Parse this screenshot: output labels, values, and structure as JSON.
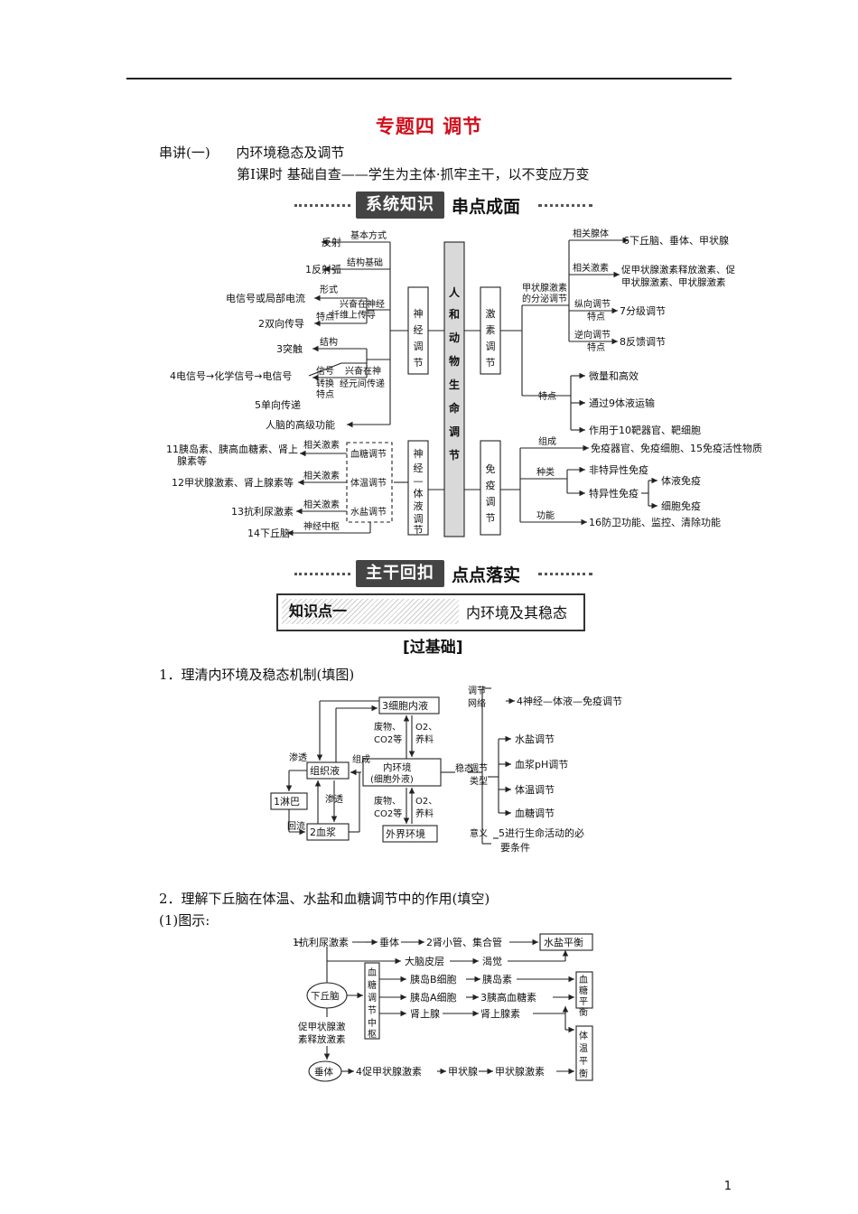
{
  "doc": {
    "title": "专题四  调节",
    "series": "串讲(一)      内环境稳态及调节",
    "lesson": "第Ⅰ课时   基础自查——学生为主体·抓牢主干，以不变应万变",
    "banner1": {
      "box": "系统知识",
      "text": "串点成面"
    },
    "banner2": {
      "box": "主干回扣",
      "text": "点点落实"
    },
    "knowledge_point": {
      "label": "知识点一",
      "value": "内环境及其稳态"
    },
    "guo_jichu": "[过基础]",
    "q1": "1．理清内环境及稳态机制(填图)",
    "q2": "2．理解下丘脑在体温、水盐和血糖调节中的作用(填空)",
    "q2_sub": "(1)图示:",
    "page_number": "1"
  },
  "diagram1": {
    "center": "人和动物生命调节",
    "nerve": "神经调节",
    "hormone": "激素调节",
    "neurohumoral": "神经—体液调节",
    "immune": "免疫调节",
    "n_basic_way": "基本方式",
    "n_reflex": "反射",
    "n_struct_basis": "结构基础",
    "n1": "1反射弧",
    "n_form": "形式",
    "n_elec": "电信号或局部电流",
    "n_excite1": "兴奋在神经",
    "n_excite2": "纤维上传导",
    "n_feature1": "特点",
    "n2": "2双向传导",
    "n_struct": "结构",
    "n3": "3突触",
    "n_signal1": "信号",
    "n_signal2": "转换",
    "n_syn1": "兴奋在神",
    "n_syn2": "经元间传递",
    "n4": "4电信号→化学信号→电信号",
    "n_feature2": "特点",
    "n5": "5单向传递",
    "n_brain": "人脑的高级功能",
    "h_gland": "相关腺体",
    "h6": "6下丘脑、垂体、甲状腺",
    "h_hormones": "相关激素",
    "h_trh1": "促甲状腺激素释放激素、促",
    "h_trh2": "甲状腺激素、甲状腺激素",
    "h_thyroid1": "甲状腺激素",
    "h_thyroid2": "的分泌调节",
    "h_vertical": "纵向调节",
    "h_feature_a": "特点",
    "h7": "7分级调节",
    "h_reverse": "逆向调节",
    "h_feature_b": "特点",
    "h8": "8反馈调节",
    "h_feat": "特点",
    "h_f1": "微量和高效",
    "h_f2": "通过9体液运输",
    "h_f3": "作用于10靶器官、靶细胞",
    "b_sugar": "血糖调节",
    "b_temp": "体温调节",
    "b_water": "水盐调节",
    "b_related1": "相关激素",
    "b_related2": "相关激素",
    "b_related3": "相关激素",
    "b11a": "11胰岛素、胰高血糖素、肾上",
    "b11b": "腺素等",
    "b12": "12甲状腺激素、肾上腺素等",
    "b13": "13抗利尿激素",
    "b_center": "神经中枢",
    "b14": "14下丘脑",
    "i_comp": "组成",
    "i15": "免疫器官、免疫细胞、15免疫活性物质",
    "i_type": "种类",
    "i_nonspec": "非特异性免疫",
    "i_spec": "特异性免疫",
    "i_humoral": "体液免疫",
    "i_cell": "细胞免疫",
    "i_func": "功能",
    "i16": "16防卫功能、监控、清除功能"
  },
  "diagram2": {
    "cell_fluid": "3细胞内液",
    "tissue_fluid": "组织液",
    "lymph": "1淋巴",
    "plasma": "2血浆",
    "shen1": "渗透",
    "shen2": "渗透",
    "huiliu": "回流",
    "waste": "废物、",
    "co2": "CO2等",
    "o2": "O2、",
    "nutr": "养料",
    "waste2": "废物、",
    "co2b": "CO2等",
    "o2b": "O2、",
    "nutr2": "养料",
    "zucheng": "组成",
    "inner1": "内环境",
    "inner2": "(细胞外液)",
    "external": "外界环境",
    "wentai": "稳态",
    "network1": "调节",
    "network2": "网络",
    "n4": "4神经—体液—免疫调节",
    "type1": "调节",
    "type2": "类型",
    "t1": "水盐调节",
    "t2": "血浆pH调节",
    "t3": "体温调节",
    "t4": "血糖调节",
    "meaning": "意义",
    "m5a": "5进行生命活动的必",
    "m5b": "要条件"
  },
  "diagram3": {
    "adh": "1抗利尿激素",
    "pituitary1": "垂体",
    "kidney": "2肾小管、集合管",
    "water_bal": "水盐平衡",
    "cortex": "大脑皮层",
    "thirst": "渴觉",
    "hypothalamus": "下丘脑",
    "sugar_center": "血糖调节中枢",
    "beta": "胰岛B细胞",
    "insulin": "胰岛素",
    "alpha": "胰岛A细胞",
    "glucagon": "3胰高血糖素",
    "adrenal": "肾上腺",
    "adrenaline": "肾上腺素",
    "sugar_bal": "血糖平衡",
    "temp_bal": "体温平衡",
    "trh1": "促甲状腺激",
    "trh2": "素释放激素",
    "pituitary2": "垂体",
    "tsh": "4促甲状腺激素",
    "thyroid": "甲状腺",
    "thyroxine": "甲状腺激素"
  }
}
